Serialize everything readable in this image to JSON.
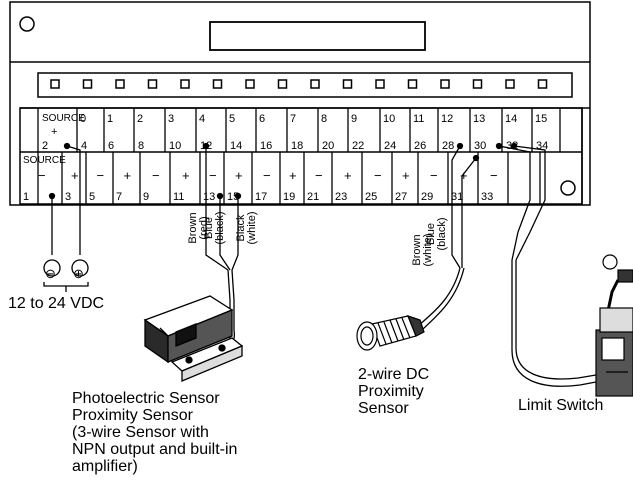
{
  "terminal_block": {
    "upper_source_label": "SOURCE",
    "lower_source_label": "SOURCE",
    "input_numbers": [
      "0",
      "1",
      "2",
      "3",
      "4",
      "5",
      "6",
      "7",
      "8",
      "9",
      "10",
      "11",
      "12",
      "13",
      "14",
      "15"
    ],
    "upper_terminals": [
      "2",
      "4",
      "6",
      "8",
      "10",
      "12",
      "14",
      "16",
      "18",
      "20",
      "22",
      "24",
      "26",
      "28",
      "30",
      "32",
      "34"
    ],
    "lower_terminals": [
      "1",
      "3",
      "5",
      "7",
      "9",
      "11",
      "13",
      "15",
      "17",
      "19",
      "21",
      "23",
      "25",
      "27",
      "29",
      "31",
      "33"
    ],
    "upper_source_sign": "+",
    "lower_signs": [
      "−",
      "+",
      "−",
      "+",
      "−",
      "+",
      "−",
      "+",
      "−",
      "+",
      "−",
      "+",
      "−",
      "+",
      "−",
      "+",
      "−"
    ]
  },
  "power": {
    "minus_symbol": "⊖",
    "plus_symbol": "⊕",
    "label": "12 to 24 VDC"
  },
  "photoelectric_wires": [
    "Brown\n(red)",
    "Blue\n(black)",
    "Black\n(white)"
  ],
  "proximity_wires": [
    "Brown\n(white)",
    "Blue\n(black)"
  ],
  "captions": {
    "photoelectric": "Photoelectric Sensor\nProximity Sensor\n(3-wire Sensor with\nNPN output and built-in\namplifier)",
    "proximity": "2-wire DC\nProximity\nSensor",
    "limit_switch": "Limit Switch"
  }
}
